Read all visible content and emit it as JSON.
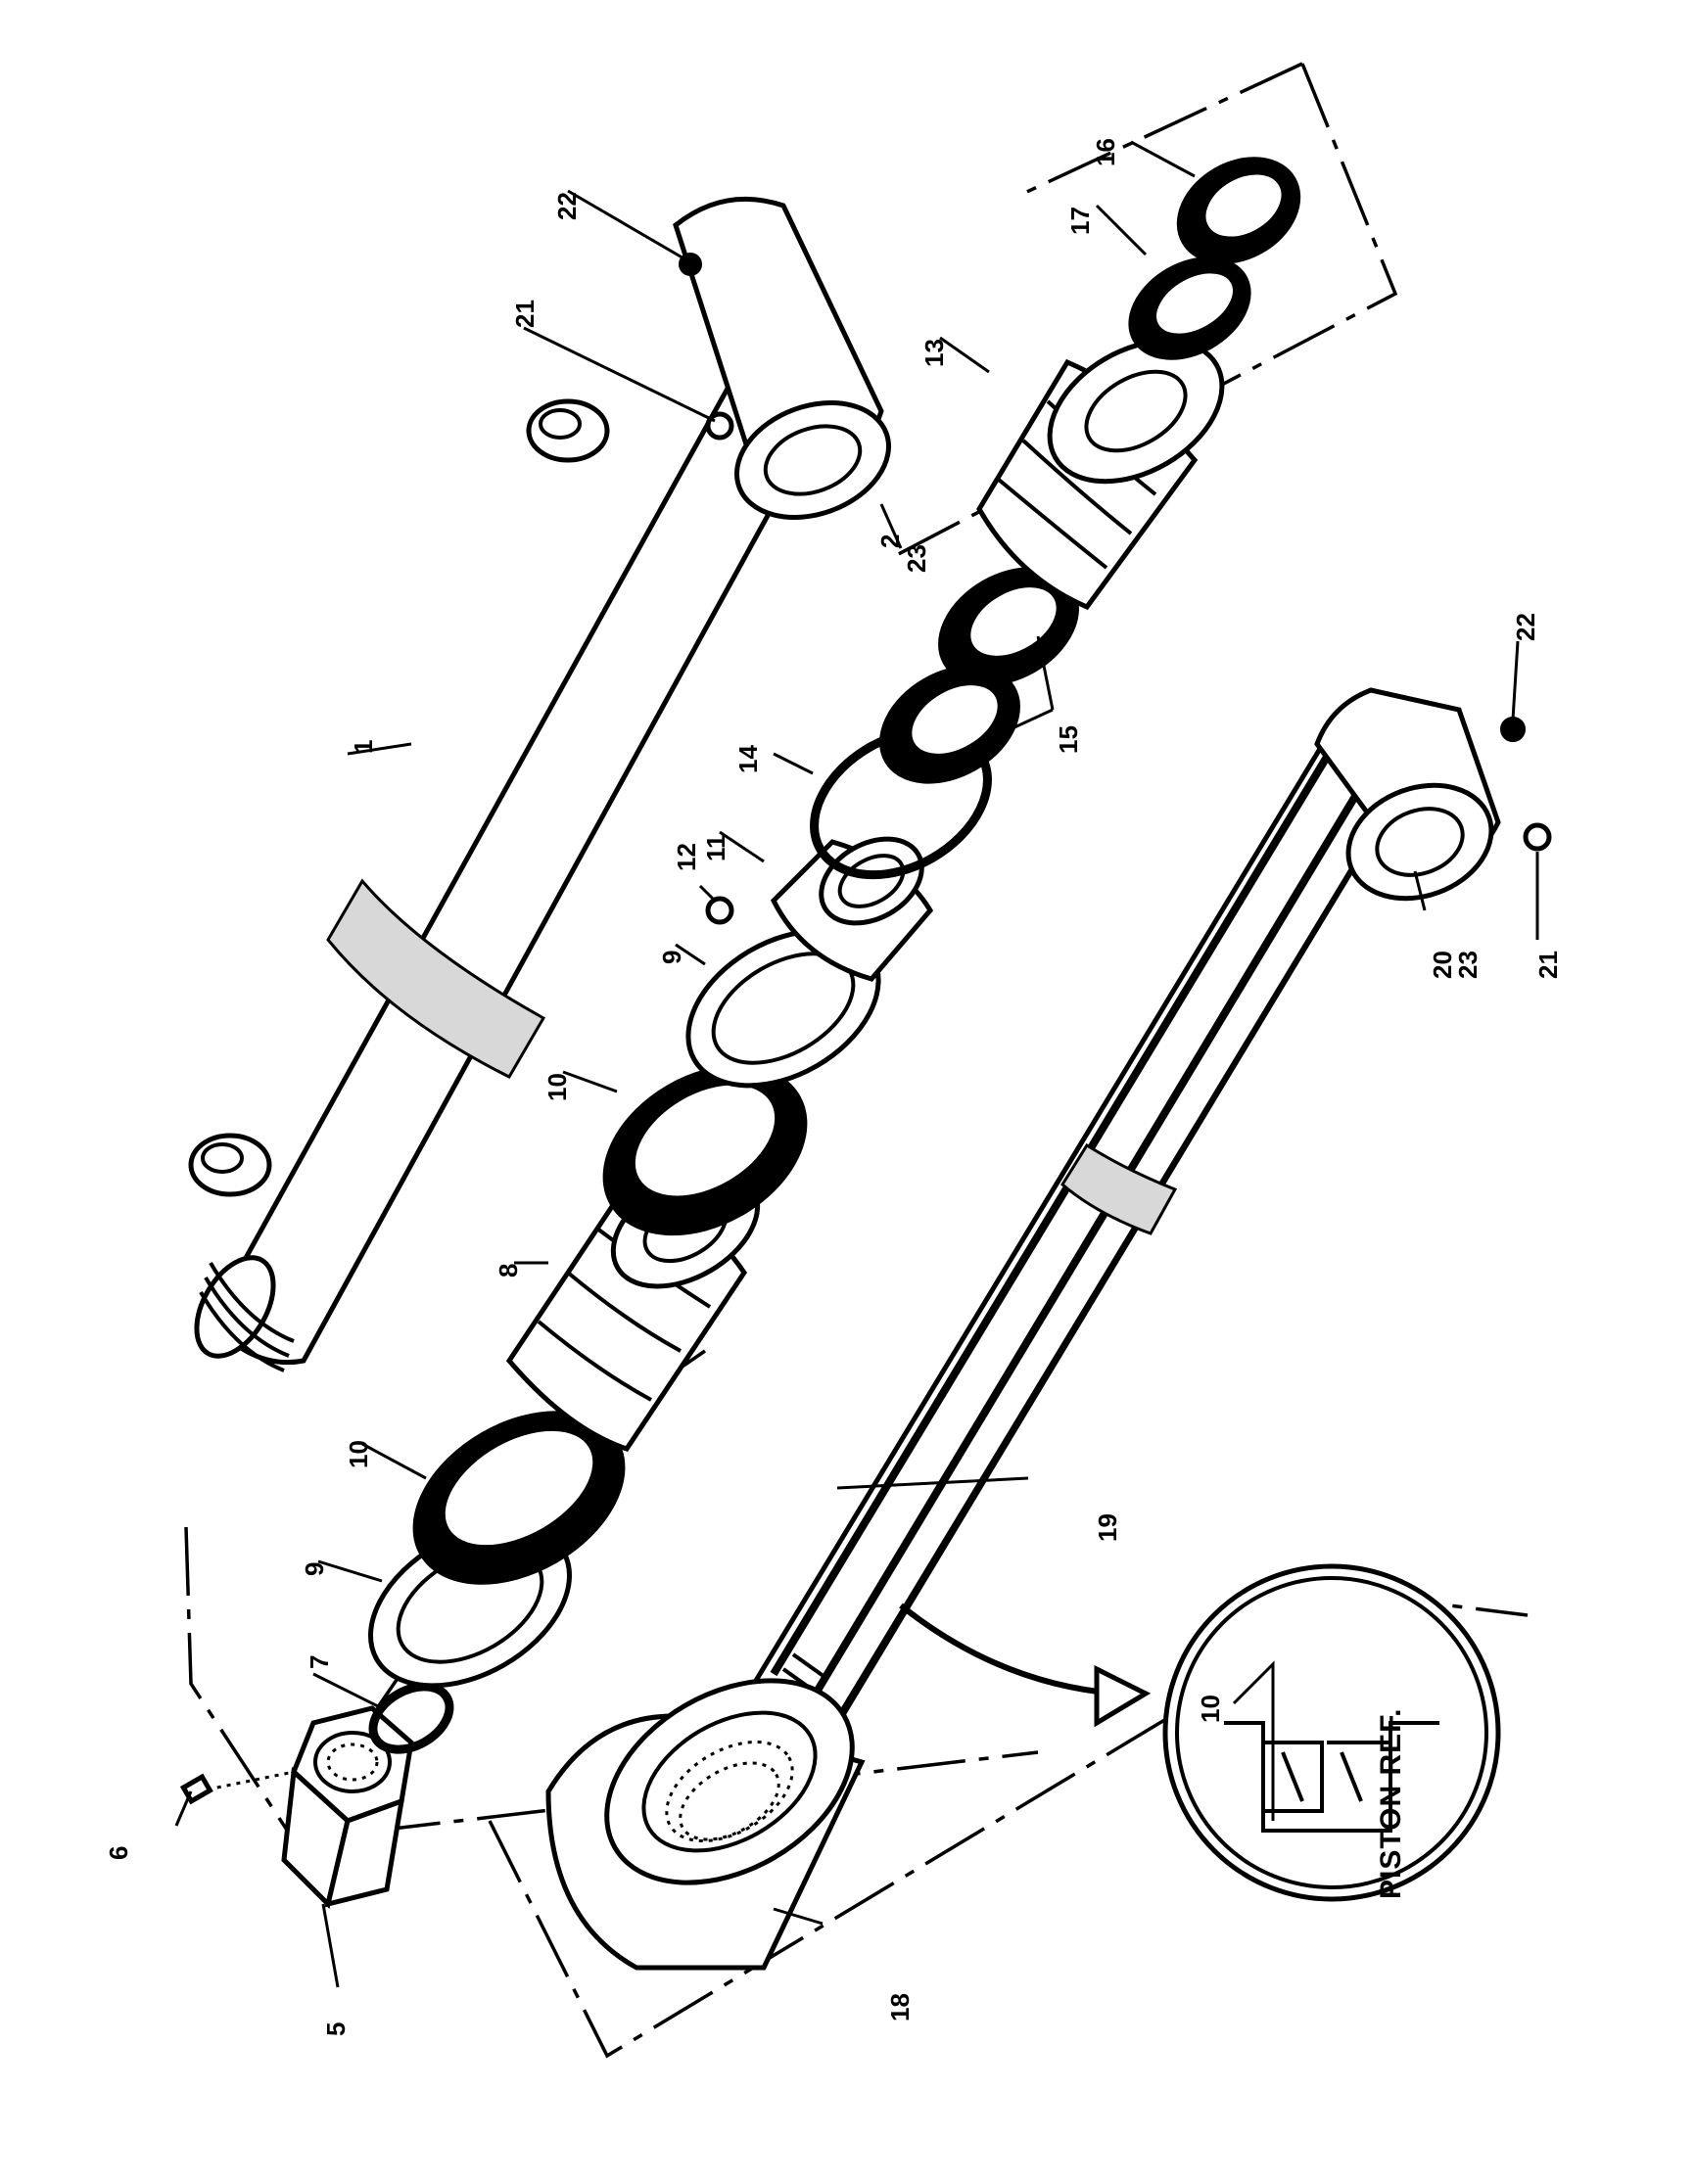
{
  "callouts": {
    "c1": "1",
    "c2": "2",
    "c5": "5",
    "c6": "6",
    "c7": "7",
    "c8": "8",
    "c9a": "9",
    "c9b": "9",
    "c10a": "10",
    "c10b": "10",
    "c11": "11",
    "c12": "12",
    "c13": "13",
    "c14": "14",
    "c15": "15",
    "c16": "16",
    "c17": "17",
    "c18": "18",
    "c19": "19",
    "c20": "20",
    "c21a": "21",
    "c21b": "21",
    "c22a": "22",
    "c22b": "22",
    "c23a": "23",
    "c23b": "23"
  },
  "inset": {
    "title": "PISTON REF.",
    "callout": "10"
  }
}
